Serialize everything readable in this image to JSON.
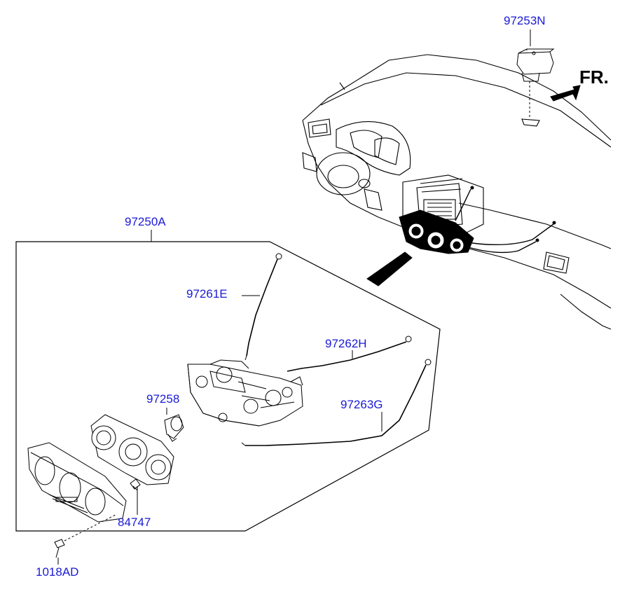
{
  "labels": {
    "p97253N": "97253N",
    "fr": "FR.",
    "p97250A": "97250A",
    "p97261E": "97261E",
    "p97262H": "97262H",
    "p97258": "97258",
    "p97263G": "97263G",
    "p84747": "84747",
    "p1018AD": "1018AD"
  },
  "colors": {
    "label": "#1a1ad6",
    "line": "#000000"
  }
}
